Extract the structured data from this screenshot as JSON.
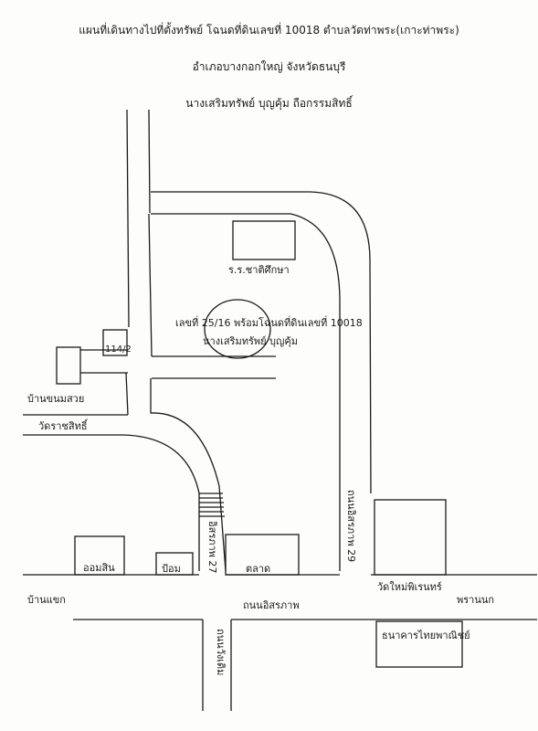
{
  "header": {
    "line1": "แผนที่เดินทางไปที่ตั้งทรัพย์ โฉนดที่ดินเลขที่ 10018 ตำบลวัดท่าพระ(เกาะท่าพระ)",
    "line2": "อำเภอบางกอกใหญ่ จังหวัดธนบุรี",
    "line3": "นางเสริมทรัพย์ บุญคุ้ม ถือกรรมสิทธิ์"
  },
  "map": {
    "school": "ร.ร.ชาติศึกษา",
    "property_line1": "เลขที่ 25/16 พร้อมโฉนดที่ดินเลขที่ 10018",
    "property_line2": "นางเสริมทรัพย์ บุญคุ้ม",
    "house_number": "114/2",
    "ban_khanom_suay": "บ้านขนมสวย",
    "wat_ratchasit": "วัดราชสิทธิ์",
    "road_isaraphap_29": "ถนนอิสรภาพ 29",
    "road_isaraphap_27": "อิสรภาพ 27",
    "wat_mai_phiren": "วัดใหม่พิเรนทร์",
    "aomsin": "ออมสิน",
    "pom": "ป้อม",
    "talat": "ตลาด",
    "ban_khaek": "บ้านแขก",
    "road_isaraphap": "ถนนอิสรภาพ",
    "pran_nok": "พรานนก",
    "thai_farmers_bank": "ธนาคารไทยพาณิชย์",
    "road_wangdoem": "ถนนวังเดิม"
  }
}
